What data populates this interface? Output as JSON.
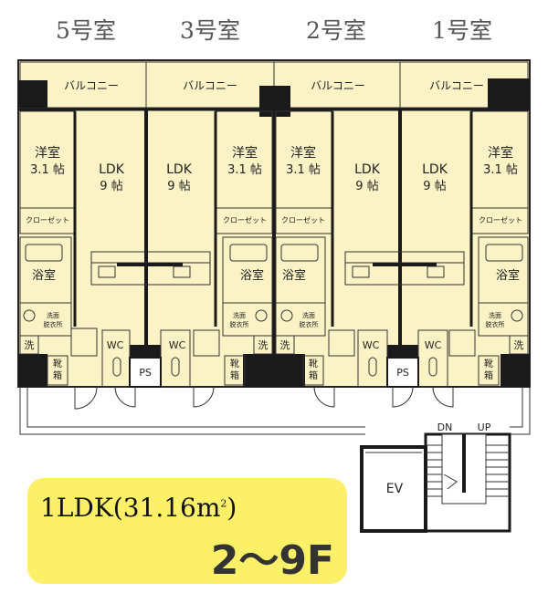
{
  "units": [
    {
      "title": "5号室"
    },
    {
      "title": "3号室"
    },
    {
      "title": "2号室"
    },
    {
      "title": "1号室"
    }
  ],
  "rooms": {
    "balcony": "バルコニー",
    "western": "洋室",
    "western_size": "3.1 帖",
    "ldk": "LDK",
    "ldk_size": "9 帖",
    "closet": "クローゼット",
    "bath": "浴室",
    "washroom_1": "洗面",
    "washroom_2": "脱衣所",
    "wash": "洗",
    "wc": "WC",
    "shoe_1": "靴",
    "shoe_2": "箱",
    "ps": "PS"
  },
  "common": {
    "ev": "EV",
    "dn": "DN",
    "up": "UP"
  },
  "badge": {
    "plan_main": "1LDK(31.16m",
    "plan_sup": "2",
    "plan_close": ")",
    "floors": "2～9F"
  },
  "colors": {
    "room_fill": "#fbf2c5",
    "wall": "#1a1a1a",
    "badge": "#fbf067"
  }
}
